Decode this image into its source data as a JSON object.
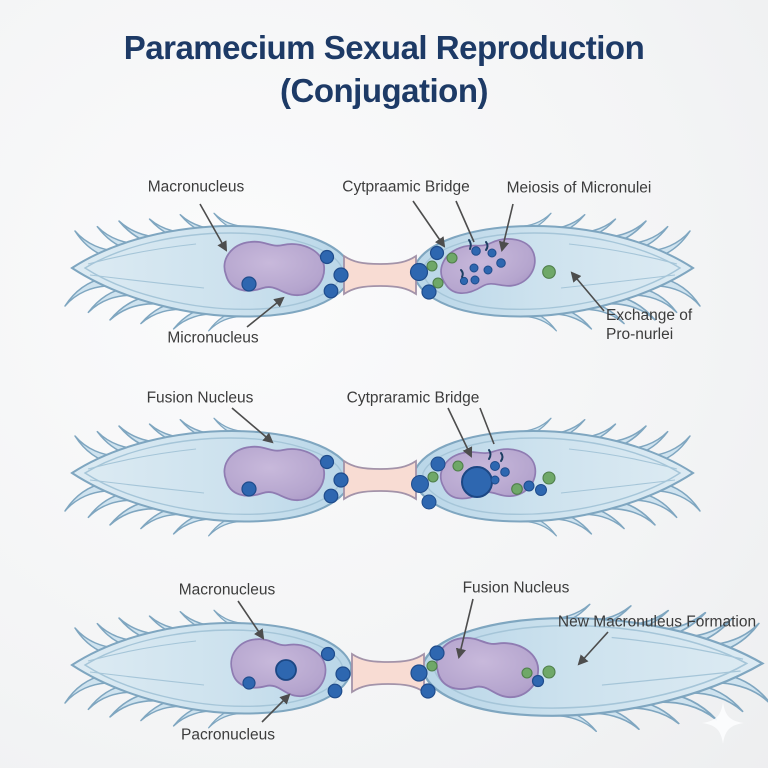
{
  "title": {
    "line1": "Paramecium Sexual Reproduction",
    "line2": "(Conjugation)"
  },
  "labels": {
    "macronucleus_top": "Macronucleus",
    "cytoplasmic_bridge_top": "Cytpraamic Bridge",
    "meiosis": "Meiosis of Micronulei",
    "micronucleus": "Micronucleus",
    "exchange_line1": "Exchange of",
    "exchange_line2": "Pro-nurlei",
    "fusion_nucleus_mid": "Fusion Nucleus",
    "cytoplasmic_bridge_mid": "Cytpraramic Bridge",
    "macronucleus_bottom": "Macronucleus",
    "fusion_nucleus_bottom": "Fusion Nucleus",
    "new_macronucleus": "New Macronuleus Formation",
    "pacronucleus": "Pacronucleus"
  },
  "colors": {
    "title": "#1d3a66",
    "label": "#3c3c3c",
    "cell_fill": "#cde2ee",
    "cell_outline": "#7fa6c0",
    "macronucleus_purple": "#b5a5ce",
    "micronucleus_blue": "#2e67b0",
    "pronucleus_green": "#6fa868",
    "bridge_pink": "#f8dcd3"
  }
}
